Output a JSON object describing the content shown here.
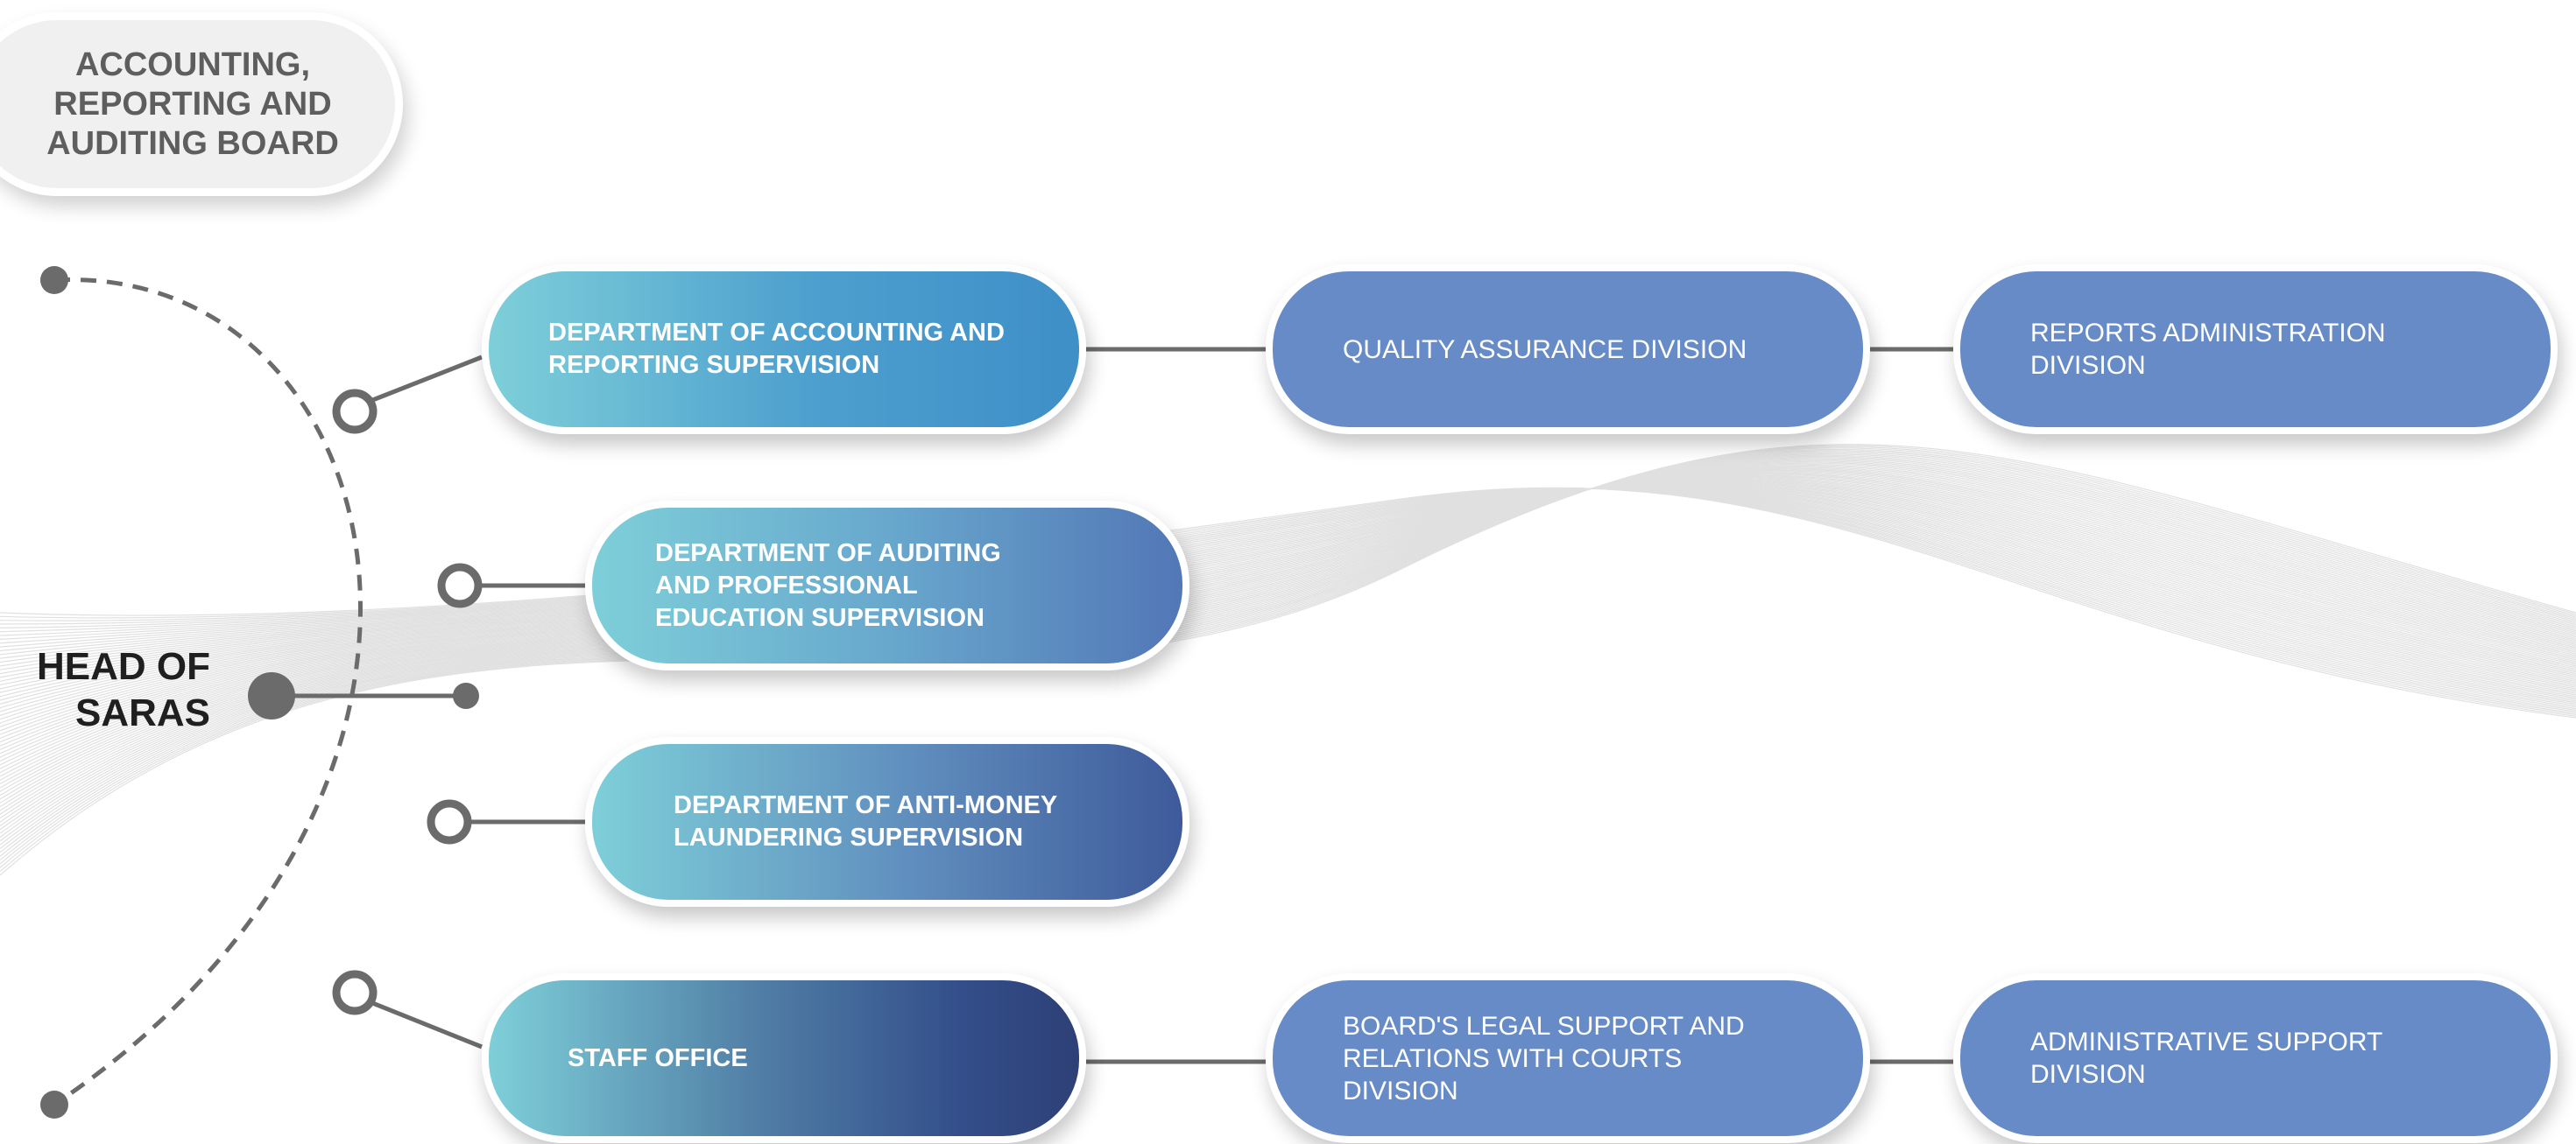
{
  "board": {
    "title": "ACCOUNTING,\nREPORTING AND\nAUDITING BOARD"
  },
  "head": {
    "label": "HEAD OF\nSARAS"
  },
  "departments": [
    {
      "label": "DEPARTMENT OF ACCOUNTING AND\nREPORTING SUPERVISION"
    },
    {
      "label": "DEPARTMENT OF AUDITING\nAND PROFESSIONAL\nEDUCATION SUPERVISION"
    },
    {
      "label": "DEPARTMENT OF ANTI-MONEY\nLAUNDERING SUPERVISION"
    },
    {
      "label": "STAFF OFFICE"
    }
  ],
  "divisions": [
    {
      "label": "QUALITY ASSURANCE DIVISION"
    },
    {
      "label": "REPORTS ADMINISTRATION\nDIVISION"
    },
    {
      "label": "BOARD'S LEGAL SUPPORT AND\nRELATIONS WITH COURTS\nDIVISION"
    },
    {
      "label": "ADMINISTRATIVE SUPPORT\nDIVISION"
    }
  ],
  "colors": {
    "division_fill": "#668bc7",
    "connector": "#6b6b6b",
    "head_text": "#1f1f1f",
    "board_text": "#5e5e5e"
  }
}
